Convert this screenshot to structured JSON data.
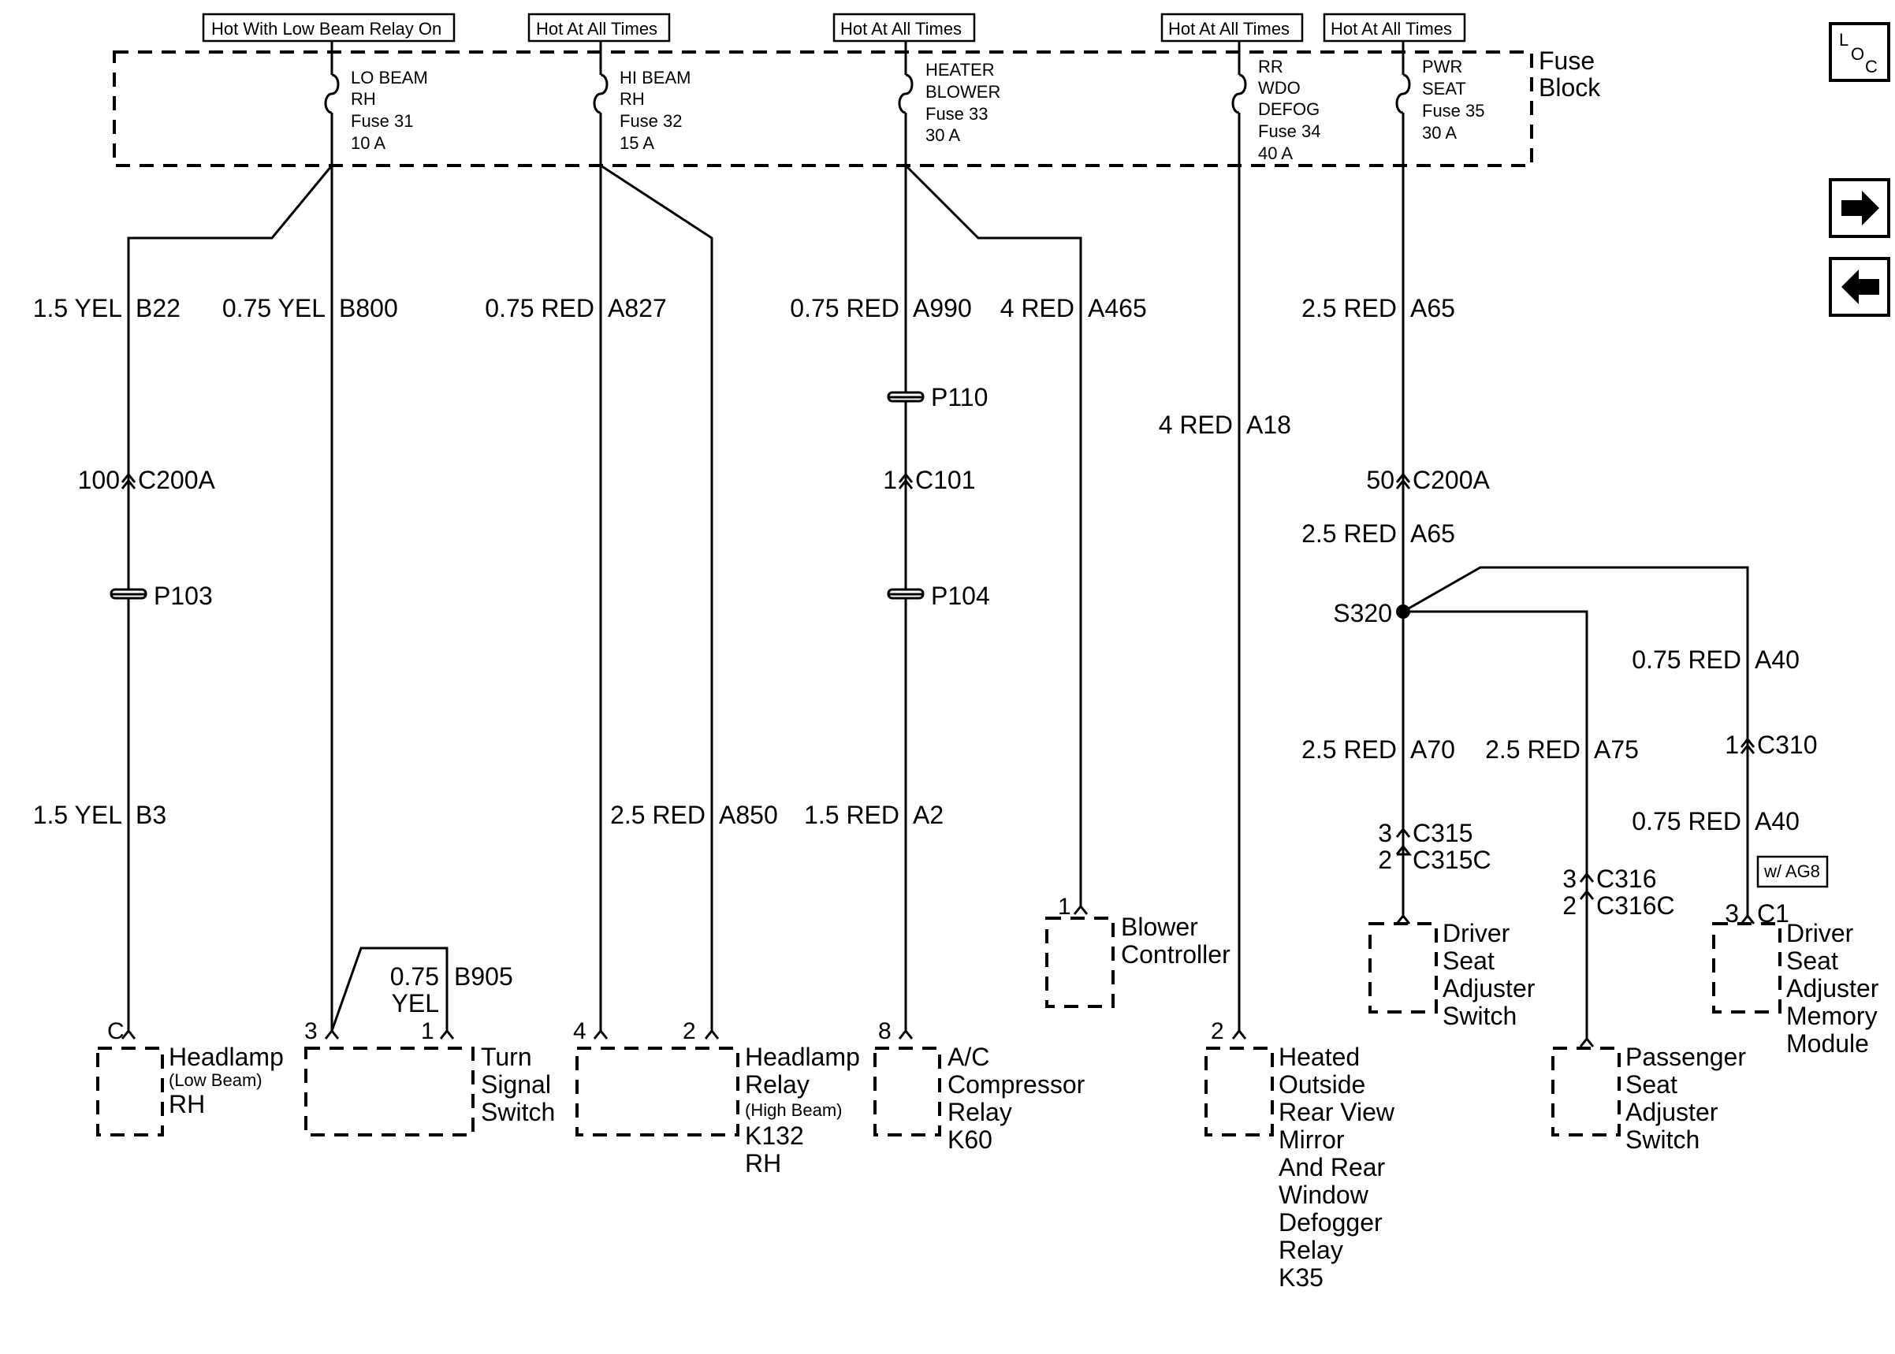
{
  "headers": [
    "Hot With Low Beam Relay On",
    "Hot At All Times",
    "Hot At All Times",
    "Hot At All Times",
    "Hot At All Times"
  ],
  "fuse_block_label": [
    "Fuse",
    "Block"
  ],
  "fuses": [
    {
      "lines": [
        "LO BEAM",
        "RH",
        "Fuse 31",
        "10 A"
      ]
    },
    {
      "lines": [
        "HI BEAM",
        "RH",
        "Fuse 32",
        "15 A"
      ]
    },
    {
      "lines": [
        "HEATER",
        "BLOWER",
        "Fuse 33",
        "30 A"
      ]
    },
    {
      "lines": [
        "RR",
        "WDO",
        "DEFOG",
        "Fuse 34",
        "40 A"
      ]
    },
    {
      "lines": [
        "PWR",
        "SEAT",
        "Fuse 35",
        "30 A"
      ]
    }
  ],
  "wires": {
    "b22": {
      "size": "1.5 YEL",
      "circuit": "B22"
    },
    "b800": {
      "size": "0.75 YEL",
      "circuit": "B800"
    },
    "a827": {
      "size": "0.75 RED",
      "circuit": "A827"
    },
    "a990": {
      "size": "0.75 RED",
      "circuit": "A990"
    },
    "a465": {
      "size": "4 RED",
      "circuit": "A465"
    },
    "a65_top": {
      "size": "2.5 RED",
      "circuit": "A65"
    },
    "a18": {
      "size": "4 RED",
      "circuit": "A18"
    },
    "a65_mid": {
      "size": "2.5 RED",
      "circuit": "A65"
    },
    "a40_top": {
      "size": "0.75 RED",
      "circuit": "A40"
    },
    "a70": {
      "size": "2.5 RED",
      "circuit": "A70"
    },
    "a75": {
      "size": "2.5 RED",
      "circuit": "A75"
    },
    "a40_bot": {
      "size": "0.75 RED",
      "circuit": "A40"
    },
    "b3": {
      "size": "1.5 YEL",
      "circuit": "B3"
    },
    "a850": {
      "size": "2.5 RED",
      "circuit": "A850"
    },
    "a2": {
      "size": "1.5 RED",
      "circuit": "A2"
    },
    "b905": {
      "size": [
        "0.75",
        "YEL"
      ],
      "circuit": "B905"
    }
  },
  "connectors": {
    "c200a_left": {
      "pin": "100",
      "name": "C200A"
    },
    "c101": {
      "pin": "1",
      "name": "C101"
    },
    "c200a_right": {
      "pin": "50",
      "name": "C200A"
    },
    "c310": {
      "pin": "1",
      "name": "C310"
    },
    "c315": {
      "pin": "3",
      "name": "C315"
    },
    "c315c": {
      "pin": "2",
      "name": "C315C"
    },
    "c316": {
      "pin": "3",
      "name": "C316"
    },
    "c316c": {
      "pin": "2",
      "name": "C316C"
    },
    "c1": {
      "pin": "3",
      "name": "C1"
    }
  },
  "passthroughs": {
    "p103": "P103",
    "p110": "P110",
    "p104": "P104"
  },
  "splice": "S320",
  "option_tag": "w/ AG8",
  "components": {
    "headlamp": {
      "pins": [
        "C"
      ],
      "lines": [
        "Headlamp",
        "(Low Beam)",
        "RH"
      ]
    },
    "turn_signal": {
      "pins": [
        "3",
        "1"
      ],
      "lines": [
        "Turn",
        "Signal",
        "Switch"
      ]
    },
    "headlamp_relay": {
      "pins": [
        "4",
        "2"
      ],
      "lines": [
        "Headlamp",
        "Relay",
        "(High Beam)",
        "K132",
        "RH"
      ]
    },
    "ac_relay": {
      "pins": [
        "8"
      ],
      "lines": [
        "A/C",
        "Compressor",
        "Relay",
        "K60"
      ]
    },
    "blower": {
      "pins": [
        "1"
      ],
      "lines": [
        "Blower",
        "Controller"
      ]
    },
    "defog_relay": {
      "pins": [
        "2"
      ],
      "lines": [
        "Heated",
        "Outside",
        "Rear View",
        "Mirror",
        "And Rear",
        "Window",
        "Defogger",
        "Relay",
        "K35"
      ]
    },
    "driver_seat": {
      "lines": [
        "Driver",
        "Seat",
        "Adjuster",
        "Switch"
      ]
    },
    "pass_seat": {
      "lines": [
        "Passenger",
        "Seat",
        "Adjuster",
        "Switch"
      ]
    },
    "memory": {
      "lines": [
        "Driver",
        "Seat",
        "Adjuster",
        "Memory",
        "Module"
      ]
    }
  },
  "nav": {
    "loc": [
      "L",
      "O",
      "C"
    ],
    "next_icon": "right-arrow-icon",
    "prev_icon": "left-arrow-icon"
  }
}
